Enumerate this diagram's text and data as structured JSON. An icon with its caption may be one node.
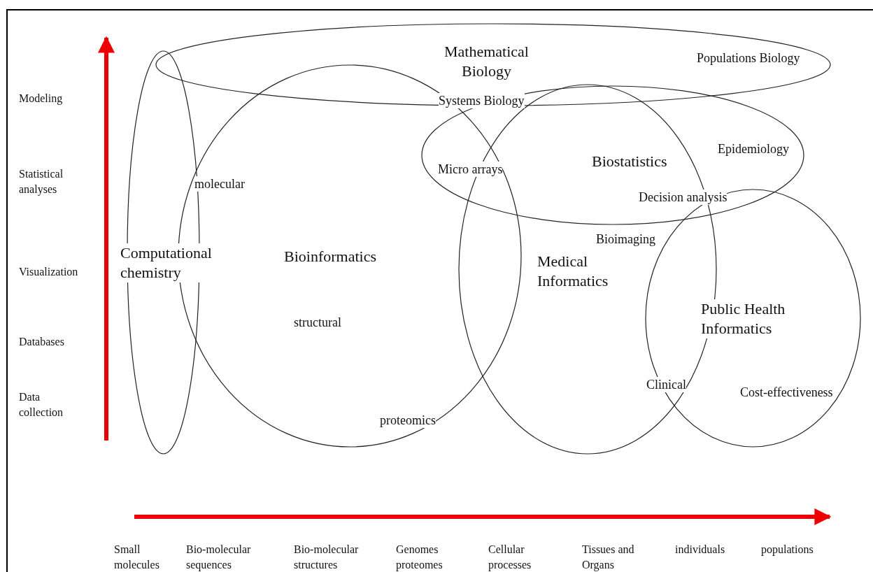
{
  "diagram": {
    "nodes": [
      {
        "text": [
          "Mathematical Biology"
        ]
      },
      {
        "text": [
          "Computational chemistry"
        ]
      },
      {
        "text": [
          "Bioinformatics"
        ]
      },
      {
        "text": [
          "Biostatistics"
        ]
      },
      {
        "text": [
          "Medical Informatics"
        ]
      },
      {
        "text": [
          "Public Health Informatics"
        ]
      }
    ],
    "labels": [
      "Populations Biology",
      "Modeling",
      "Systems Biology",
      "Epidemiology",
      "Statistical analyses",
      "Micro arrays",
      "molecular",
      "Decision analysis",
      "Bioimaging",
      "Visualization",
      "structural",
      "Databases",
      "Clinical",
      "Cost-effectiveness",
      "Data collection",
      "proteomics",
      "Small molecules",
      "Bio-molecular sequences",
      "Bio-molecular structures",
      "Genomes proteomes",
      "Cellular processes",
      "Tissues and Organs",
      "individuals",
      "populations"
    ]
  }
}
